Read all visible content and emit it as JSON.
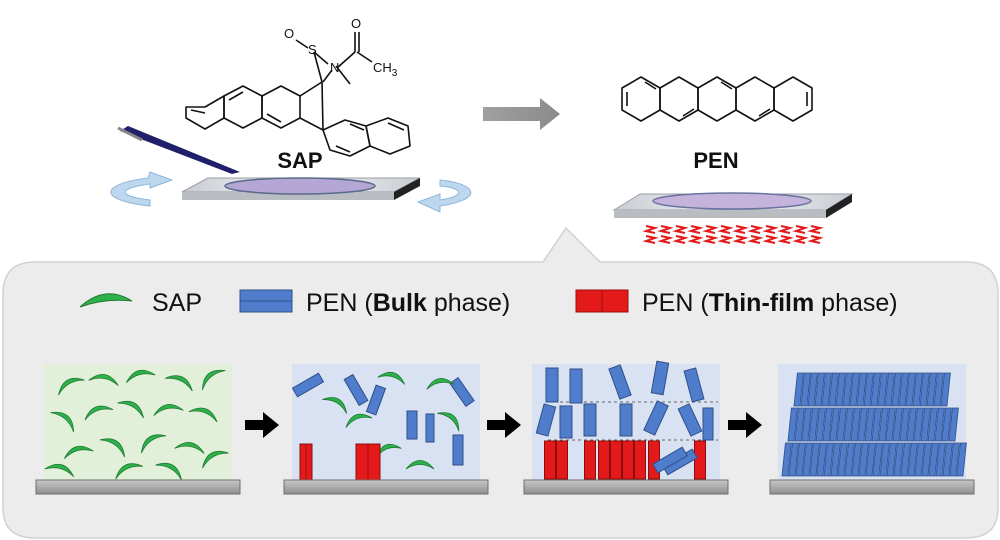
{
  "diagram": {
    "molecules": {
      "precursor": {
        "label": "SAP",
        "atoms": {
          "oxygen": "O",
          "sulfur": "S",
          "nitrogen": "N",
          "carbonyl_oxygen": "O",
          "methyl": "CH",
          "methyl_subscript": "3"
        }
      },
      "product": {
        "label": "PEN"
      }
    },
    "legend": {
      "sap": {
        "label": "SAP",
        "color": "#2db14a"
      },
      "bulk": {
        "prefix": "PEN (",
        "bold": "Bulk",
        "suffix": " phase)",
        "color": "#4f7ccb"
      },
      "thin": {
        "prefix": "PEN (",
        "bold": "Thin-film",
        "suffix": " phase)",
        "color": "#e41a1a"
      }
    },
    "colors": {
      "panel_bg": "#ececec",
      "stage1_bg": "#e2f0d9",
      "stage_bg": "#d9e2f3",
      "substrate": "#a6a6a6",
      "heat": "#e41a1a",
      "film": "#b4a7d6",
      "rotation_arrow": "#bdd7ee"
    },
    "icons": [
      "pipette-icon",
      "rotation-arrow-icon",
      "process-arrow-icon",
      "heat-icon"
    ]
  }
}
